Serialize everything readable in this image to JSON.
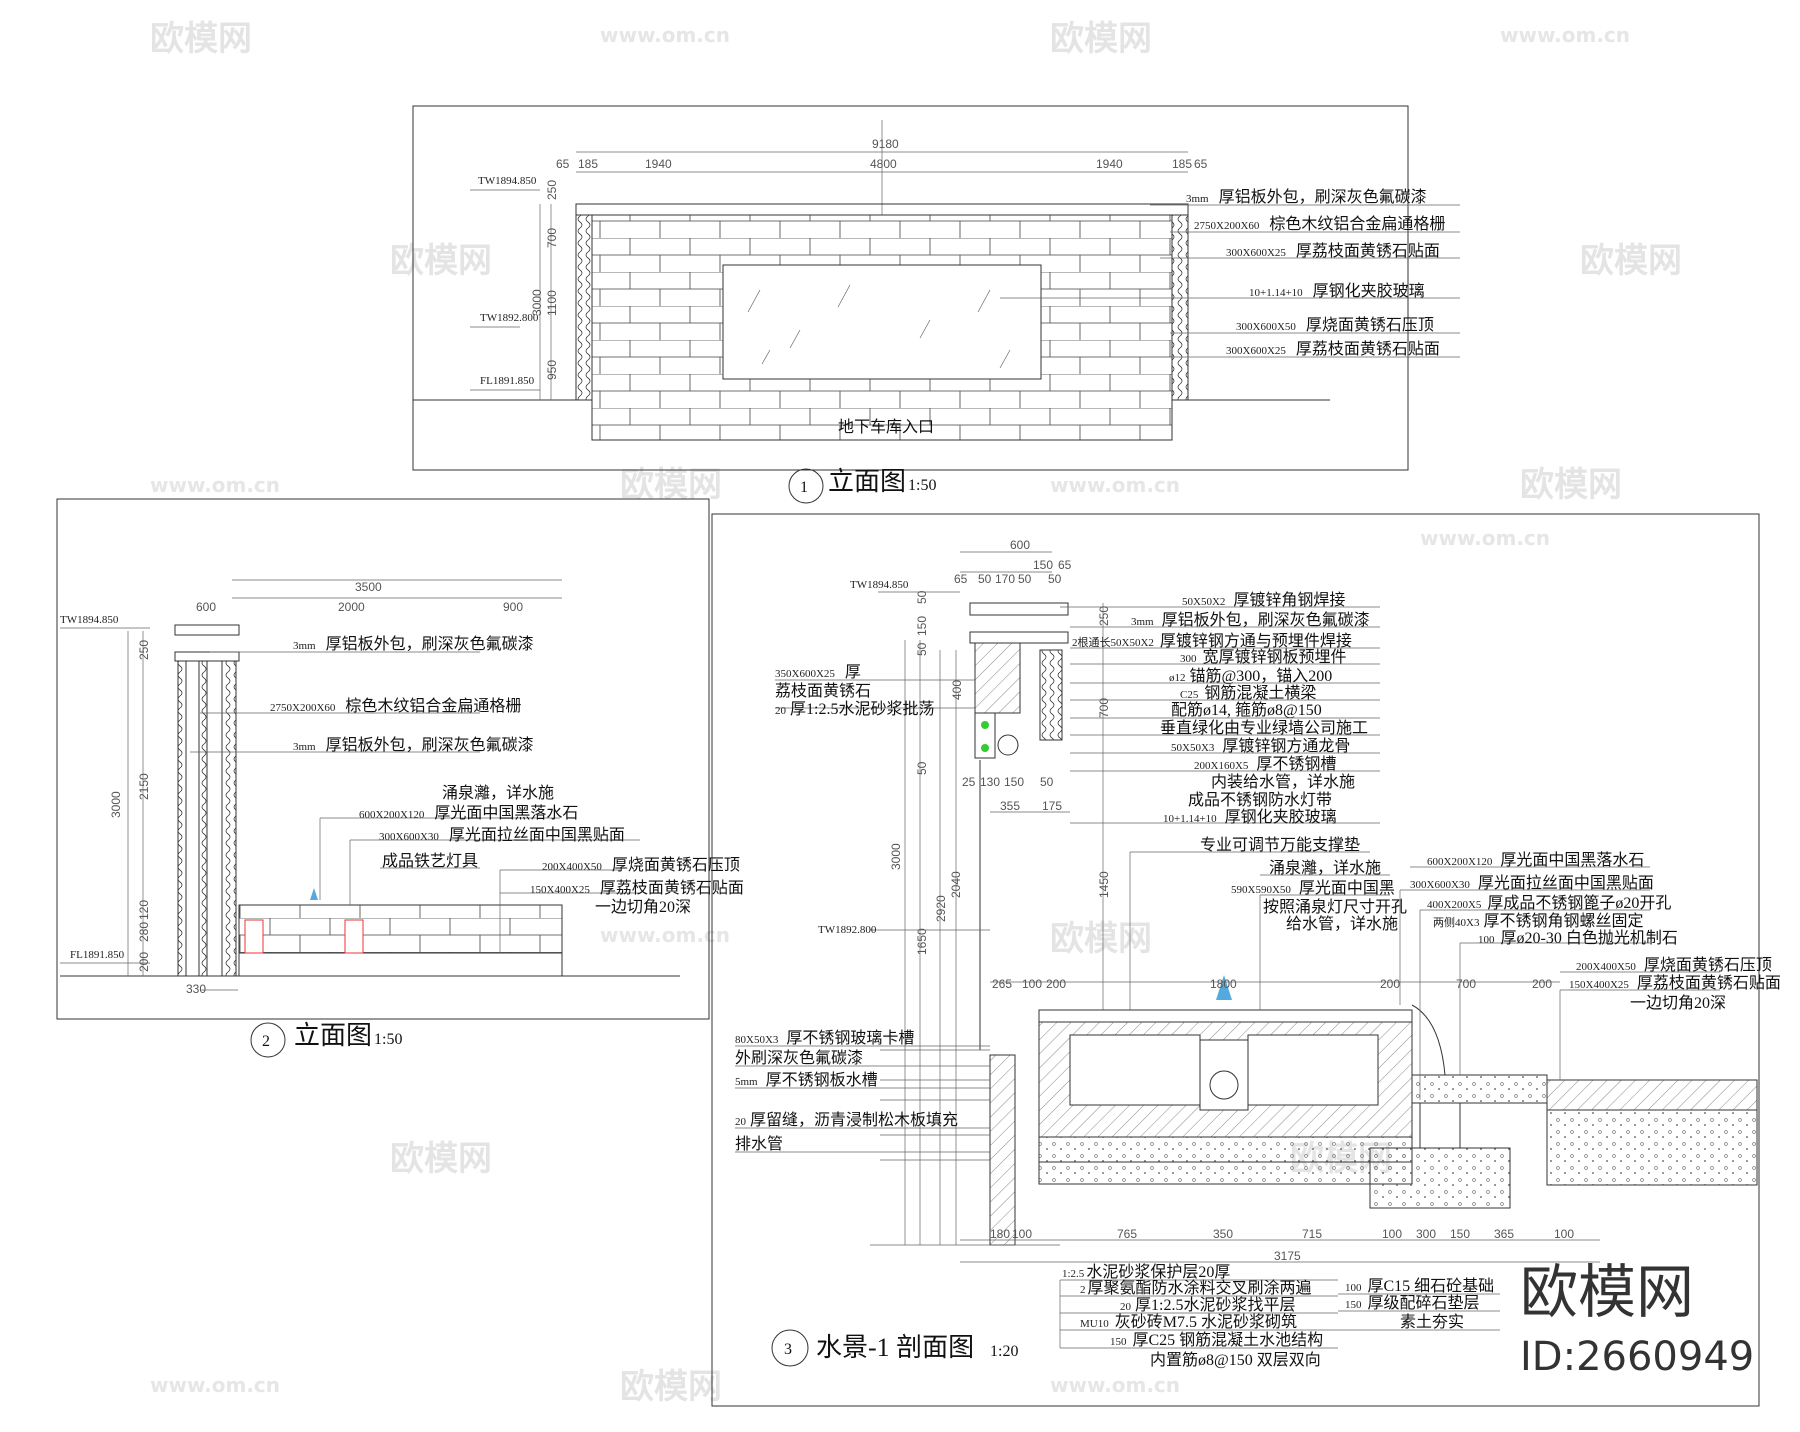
{
  "watermark": {
    "brand": "欧模网",
    "url": "www.om.cn"
  },
  "logo": {
    "brand": "欧模网",
    "id": "ID:2660949"
  },
  "elevation1": {
    "number": "1",
    "title": "立面图",
    "scale": "1:50",
    "entrance": "地下车库入口",
    "dims_top": [
      "9180",
      "65",
      "185",
      "1940",
      "4800",
      "1940",
      "185",
      "65"
    ],
    "dims_side": [
      "250",
      "700",
      "1100",
      "950",
      "3000"
    ],
    "levels": [
      "TW1894.850",
      "TW1892.800",
      "FL1891.850"
    ],
    "labels": [
      {
        "spec": "3mm",
        "text": "厚铝板外包，刷深灰色氟碳漆"
      },
      {
        "spec": "2750X200X60",
        "text": "棕色木纹铝合金扁通格栅"
      },
      {
        "spec": "300X600X25",
        "text": "厚荔枝面黄锈石贴面"
      },
      {
        "spec": "10+1.14+10",
        "text": "厚钢化夹胶玻璃"
      },
      {
        "spec": "300X600X50",
        "text": "厚烧面黄锈石压顶"
      },
      {
        "spec": "300X600X25",
        "text": "厚荔枝面黄锈石贴面"
      }
    ]
  },
  "elevation2": {
    "number": "2",
    "title": "立面图",
    "scale": "1:50",
    "dims_top": [
      "3500",
      "600",
      "2000",
      "900"
    ],
    "dims_side": [
      "250",
      "2150",
      "3000",
      "120",
      "280",
      "200",
      "330"
    ],
    "levels": [
      "TW1894.850",
      "FL1891.850"
    ],
    "labels": [
      {
        "spec": "3mm",
        "text": "厚铝板外包，刷深灰色氟碳漆"
      },
      {
        "spec": "2750X200X60",
        "text": "棕色木纹铝合金扁通格栅"
      },
      {
        "spec": "3mm",
        "text": "厚铝板外包，刷深灰色氟碳漆"
      },
      {
        "spec": "",
        "text": "涌泉灕，详水施"
      },
      {
        "spec": "600X200X120",
        "text": "厚光面中国黑落水石"
      },
      {
        "spec": "300X600X30",
        "text": "厚光面拉丝面中国黑贴面"
      },
      {
        "spec": "",
        "text": "成品铁艺灯具"
      },
      {
        "spec": "200X400X50",
        "text": "厚烧面黄锈石压顶"
      },
      {
        "spec": "150X400X25",
        "text": "厚荔枝面黄锈石贴面"
      },
      {
        "spec": "",
        "text": "一边切角20深"
      }
    ]
  },
  "section1": {
    "number": "3",
    "title": "水景-1 剖面图",
    "scale": "1:20",
    "levels": [
      "TW1894.850",
      "TW1892.800"
    ],
    "dims_top": [
      "600",
      "150",
      "65",
      "65",
      "50",
      "170",
      "50",
      "50"
    ],
    "dims_left": [
      "50",
      "150",
      "50",
      "400",
      "50",
      "3000",
      "1650",
      "2920",
      "2040",
      "250",
      "700",
      "1450"
    ],
    "dims_small": [
      "25",
      "130",
      "150",
      "50",
      "355",
      "175"
    ],
    "dims_pool": [
      "265",
      "100",
      "200",
      "1800",
      "200",
      "700",
      "200"
    ],
    "dims_bottom": [
      "180",
      "100",
      "765",
      "350",
      "715",
      "100",
      "300",
      "150",
      "365",
      "100",
      "3175"
    ],
    "labels_left": [
      {
        "spec": "350X600X25",
        "text": "厚"
      },
      {
        "spec": "",
        "text": "荔枝面黄锈石"
      },
      {
        "spec": "20",
        "text": "厚1:2.5水泥砂浆批荡"
      },
      {
        "spec": "80X50X3",
        "text": "厚不锈钢玻璃卡槽"
      },
      {
        "spec": "",
        "text": "外刷深灰色氟碳漆"
      },
      {
        "spec": "5mm",
        "text": "厚不锈钢板水槽"
      },
      {
        "spec": "20",
        "text": "厚留缝，沥青浸制松木板填充"
      },
      {
        "spec": "",
        "text": "排水管"
      }
    ],
    "labels_right": [
      {
        "spec": "50X50X2",
        "text": "厚镀锌角钢焊接"
      },
      {
        "spec": "3mm",
        "text": "厚铝板外包，刷深灰色氟碳漆"
      },
      {
        "spec": "2根通长50X50X2",
        "text": "厚镀锌钢方通与预埋件焊接"
      },
      {
        "spec": "300",
        "text": "宽厚镀锌钢板预埋件"
      },
      {
        "spec": "ø12",
        "text": "锚筋@300，锚入200"
      },
      {
        "spec": "C25",
        "text": "钢筋混凝土横梁"
      },
      {
        "spec": "",
        "text": "配筋ø14, 箍筋ø8@150"
      },
      {
        "spec": "",
        "text": "垂直绿化由专业绿墙公司施工"
      },
      {
        "spec": "50X50X3",
        "text": "厚镀锌钢方通龙骨"
      },
      {
        "spec": "200X160X5",
        "text": "厚不锈钢槽"
      },
      {
        "spec": "",
        "text": "内装给水管，详水施"
      },
      {
        "spec": "",
        "text": "成品不锈钢防水灯带"
      },
      {
        "spec": "10+1.14+10",
        "text": "厚钢化夹胶玻璃"
      },
      {
        "spec": "",
        "text": "专业可调节万能支撑垫"
      },
      {
        "spec": "",
        "text": "涌泉灕，详水施"
      },
      {
        "spec": "590X590X50",
        "text": "厚光面中国黑"
      },
      {
        "spec": "",
        "text": "按照涌泉灯尺寸开孔"
      },
      {
        "spec": "",
        "text": "给水管，详水施"
      },
      {
        "spec": "600X200X120",
        "text": "厚光面中国黑落水石"
      },
      {
        "spec": "300X600X30",
        "text": "厚光面拉丝面中国黑贴面"
      },
      {
        "spec": "400X200X5",
        "text": "厚成品不锈钢篦子ø20开孔"
      },
      {
        "spec": "两侧40X3",
        "text": "厚不锈钢角钢螺丝固定"
      },
      {
        "spec": "100",
        "text": "厚ø20-30 白色抛光机制石"
      },
      {
        "spec": "200X400X50",
        "text": "厚烧面黄锈石压顶"
      },
      {
        "spec": "150X400X25",
        "text": "厚荔枝面黄锈石贴面"
      },
      {
        "spec": "",
        "text": "一边切角20深"
      }
    ],
    "labels_bottom": [
      {
        "spec": "1:2.5",
        "text": "水泥砂浆保护层20厚"
      },
      {
        "spec": "2",
        "text": "厚聚氨酯防水涂料交叉刷涂两遍"
      },
      {
        "spec": "20",
        "text": "厚1:2.5水泥砂浆找平层"
      },
      {
        "spec": "MU10",
        "text": "灰砂砖M7.5 水泥砂浆砌筑"
      },
      {
        "spec": "150",
        "text": "厚C25 钢筋混凝土水池结构"
      },
      {
        "spec": "",
        "text": "内置筋ø8@150 双层双向"
      },
      {
        "spec": "100",
        "text": "厚C15 细石砼基础"
      },
      {
        "spec": "150",
        "text": "厚级配碎石垫层"
      },
      {
        "spec": "",
        "text": "素土夯实"
      }
    ]
  }
}
